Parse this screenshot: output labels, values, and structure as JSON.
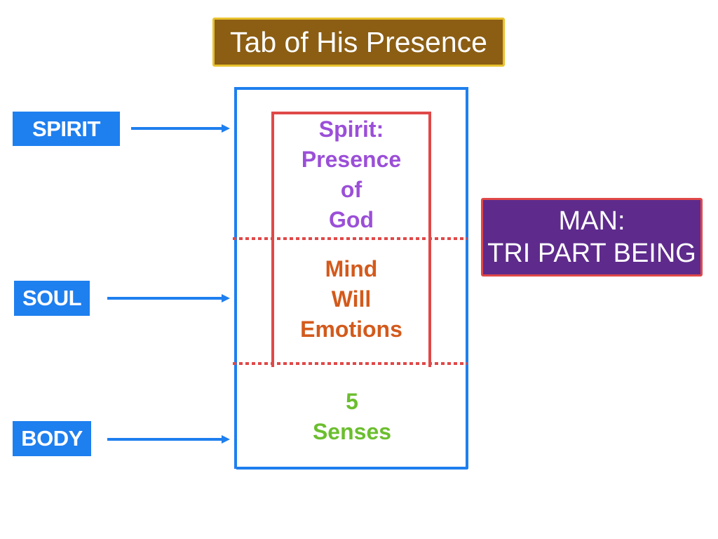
{
  "title": "Tab of His Presence",
  "colors": {
    "blue": "#1E7FEF",
    "red": "#E04848",
    "title_fill": "#8B5E14",
    "title_border": "#E8C22C",
    "spirit_text": "#9B4FD8",
    "soul_text": "#D35A1C",
    "body_text": "#6BBE2E",
    "man_fill": "#5E2B8C"
  },
  "labels": {
    "spirit": "SPIRIT",
    "soul": "SOUL",
    "body": "BODY"
  },
  "sections": {
    "spirit": [
      "Spirit:",
      "Presence",
      "of",
      "God"
    ],
    "soul": [
      "Mind",
      "Will",
      "Emotions"
    ],
    "body": [
      "5",
      "Senses"
    ]
  },
  "man_box": {
    "line1": "MAN:",
    "line2": "TRI PART BEING"
  }
}
